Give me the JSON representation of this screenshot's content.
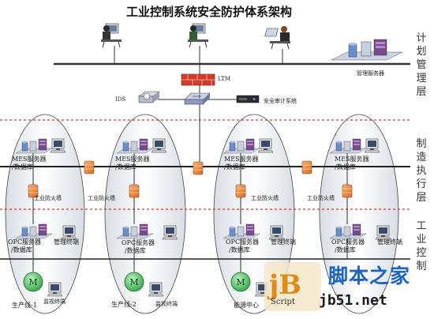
{
  "title": "工业控制系统安全防护体系架构",
  "layers": {
    "planning": "计划管理层",
    "manufacturing": "制造执行层",
    "control": "工业控制"
  },
  "planning": {
    "mgmt_server": "管理服务器",
    "ltm": "LTM",
    "ids": "IDS",
    "audit": "安全审计系统"
  },
  "zones": [
    {
      "mes_line1": "MES服务器",
      "mes_line2": "/数据库",
      "fw": "工业防火墙",
      "opc_line1": "OPC服务器",
      "opc_line2": "/数据库",
      "term": "管理终端",
      "site": "生产线-1",
      "monitor": "监视终端"
    },
    {
      "mes_line1": "MES服务器",
      "mes_line2": "/数据库",
      "fw": "",
      "opc_line1": "OPC服务器",
      "opc_line2": "/数据库",
      "term": "",
      "site": "生产线-2",
      "monitor": "监视终端"
    },
    {
      "mes_line1": "MES服务器",
      "mes_line2": "/数据库",
      "fw": "工业防火墙",
      "opc_line1": "OPC服务器",
      "opc_line2": "/数据库",
      "term": "管理终端",
      "site": "能源中心",
      "monitor": ""
    },
    {
      "mes_line1": "MES服务器",
      "mes_line2": "/数据库",
      "fw": "",
      "opc_line1": "OPC服务器",
      "opc_line2": "/数据库",
      "term": "管理终端",
      "site": "",
      "monitor": ""
    }
  ],
  "between_fw": [
    "工业防火墙",
    "工业防火墙"
  ],
  "watermark": {
    "logo_letters": "jB",
    "logo_sub": "Script",
    "site_cn": "脚本之家",
    "url": "jb51.net"
  },
  "colors": {
    "dash_red": "#e03030",
    "firewall": "#e8883a",
    "motor_green": "#58d06a",
    "accent_blue": "#1c63c9"
  }
}
